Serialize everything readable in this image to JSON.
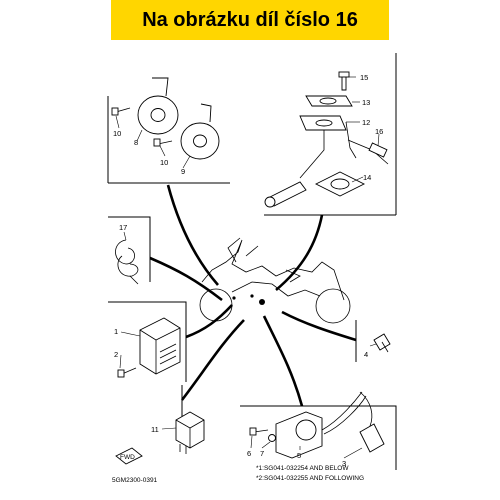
{
  "banner": {
    "text": "Na obrázku díl číslo 16",
    "color": "#ffd600"
  },
  "callouts": {
    "c15": "15",
    "c13": "13",
    "c12": "12",
    "c16": "16",
    "c14": "14",
    "c8": "8",
    "c10a": "10",
    "c10b": "10",
    "c9": "9",
    "c17": "17",
    "c1": "1",
    "c2": "2",
    "c4": "4",
    "c11": "11",
    "c6": "6",
    "c7": "7",
    "c5": "5",
    "c3": "3"
  },
  "notes": {
    "note1": "*1:SG041-032254 AND BELOW",
    "note2": "*2:SG041-032255 AND FOLLOWING"
  },
  "drawing_code": "5GM2300-0391",
  "fwd_label": "FWD",
  "icons": [
    "horn-icon",
    "fuel-sender-icon",
    "cdi-unit-icon",
    "relay-icon",
    "ignition-coil-icon",
    "fwd-arrow-icon",
    "motorcycle-icon"
  ]
}
